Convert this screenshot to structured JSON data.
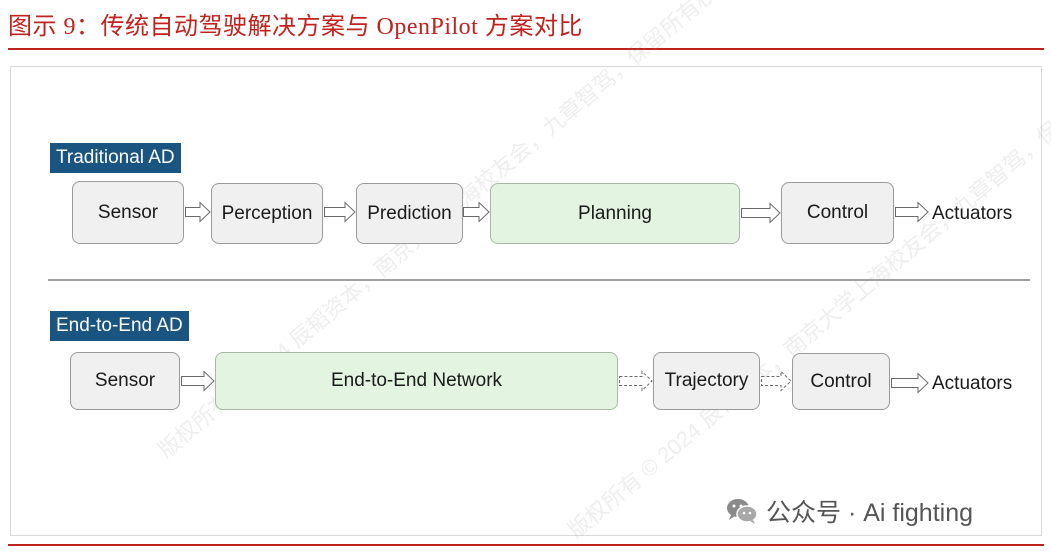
{
  "figure_title": "图示 9：传统自动驾驶解决方案与 OpenPilot 方案对比",
  "traditional": {
    "label": "Traditional AD",
    "nodes": [
      "Sensor",
      "Perception",
      "Prediction",
      "Planning",
      "Control"
    ],
    "end_text": "Actuators"
  },
  "end_to_end": {
    "label": "End-to-End AD",
    "nodes": [
      "Sensor",
      "End-to-End Network",
      "Trajectory",
      "Control"
    ],
    "end_text": "Actuators"
  },
  "wechat_source": {
    "icon": "wechat-icon",
    "text": "公众号 · Ai fighting"
  },
  "watermark": "版权所有 © 2024 辰韬资本，南京大学上海校友会，九章智驾，保留所有权利。",
  "colors": {
    "title_red": "#c0221e",
    "label_blue": "#1a5480",
    "node_gray": "#f0f0f0",
    "node_green": "#e3f4e1"
  }
}
